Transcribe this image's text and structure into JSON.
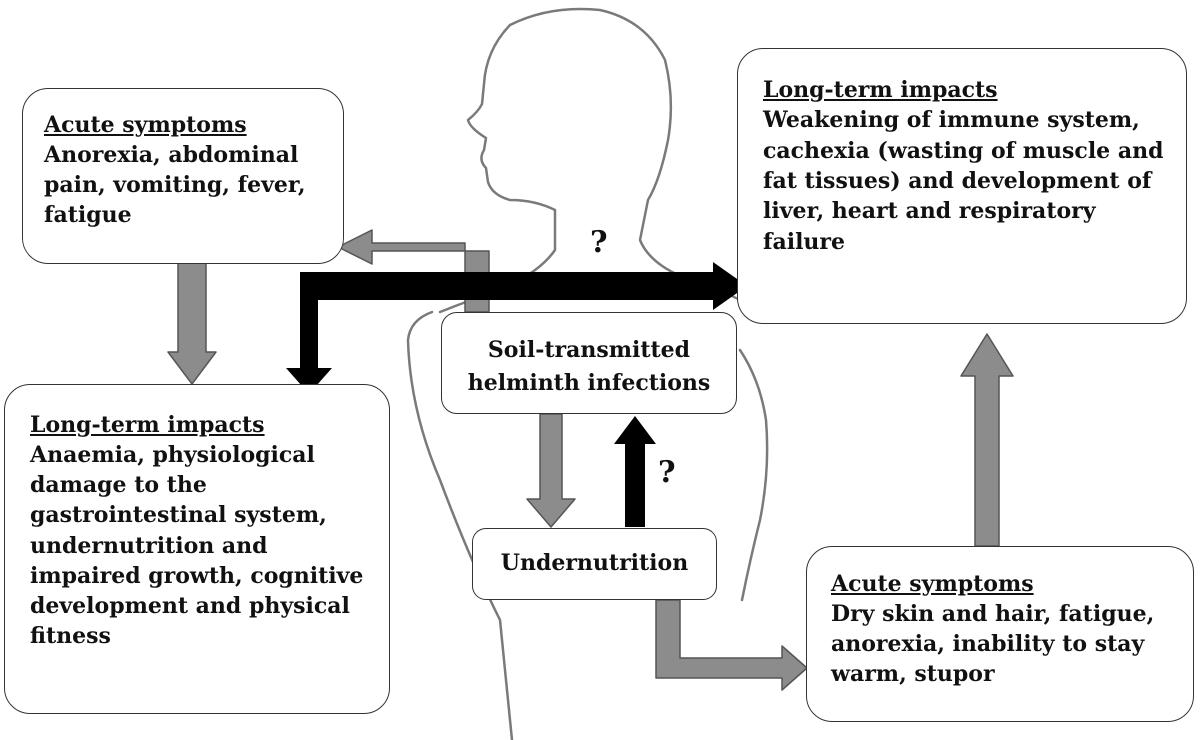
{
  "boxes": {
    "acute_left": {
      "heading": "Acute symptoms",
      "body": "Anorexia, abdominal pain, vomiting, fever, fatigue"
    },
    "long_left": {
      "heading": "Long-term impacts",
      "body": "Anaemia, physiological damage to the gastrointestinal system, undernutrition and impaired growth, cognitive development and physical fitness"
    },
    "long_right": {
      "heading": "Long-term impacts",
      "body": "Weakening of immune system, cachexia (wasting of muscle and fat tissues) and development of liver, heart and respiratory failure"
    },
    "acute_right": {
      "heading": "Acute symptoms",
      "body": "Dry skin and hair, fatigue, anorexia, inability to stay warm, stupor"
    },
    "sth": {
      "label": "Soil-transmitted helminth infections"
    },
    "under": {
      "label": "Undernutrition"
    }
  },
  "qmarks": {
    "top": "?",
    "mid": "?"
  },
  "colors": {
    "gray_arrow": "#8c8c8c",
    "black_arrow": "#000000",
    "silhouette": "#7a7a7a"
  }
}
